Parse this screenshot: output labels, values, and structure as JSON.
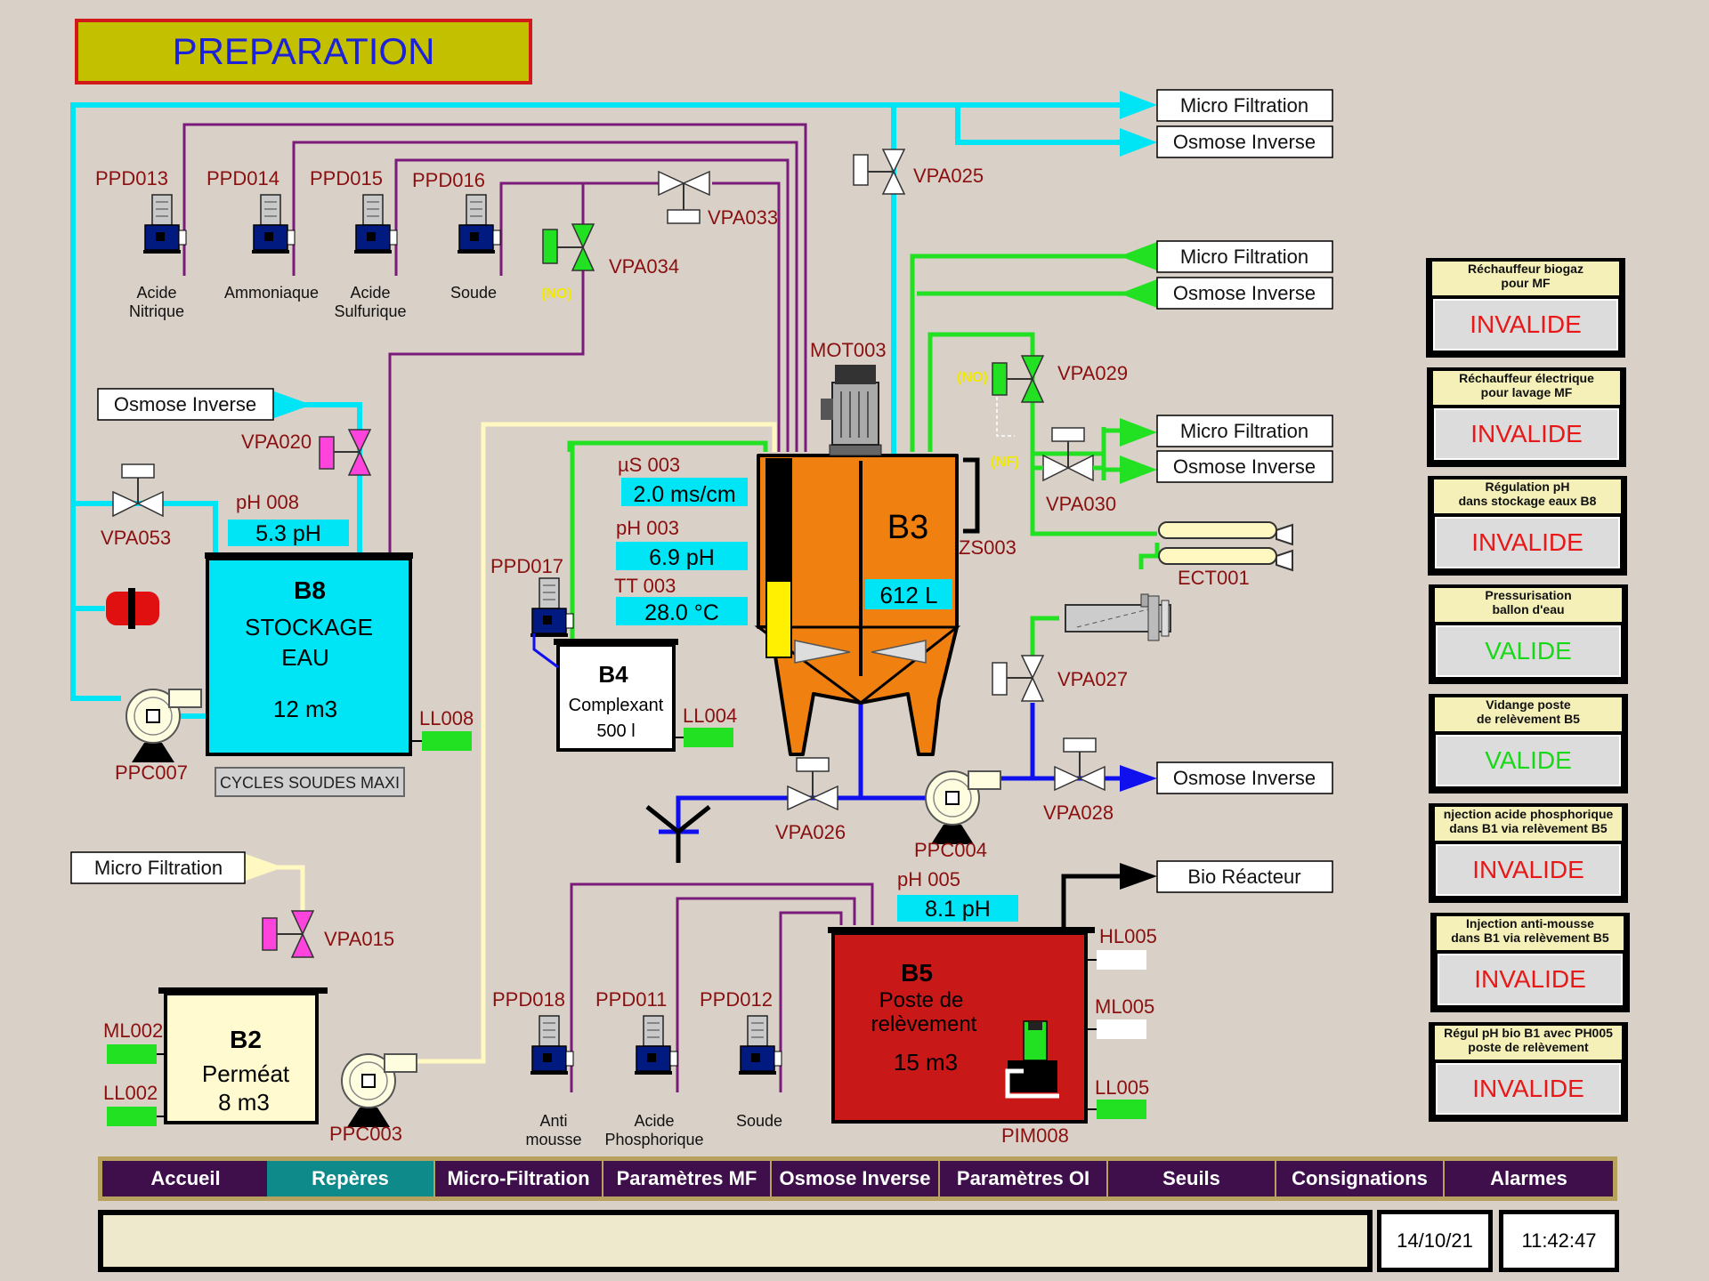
{
  "title": "PREPARATION",
  "destinations": {
    "micro_filtration": "Micro Filtration",
    "osmose_inverse": "Osmose Inverse",
    "bio_reacteur": "Bio Réacteur"
  },
  "pumps": {
    "ppd013": {
      "tag": "PPD013",
      "product": "Acide\nNitrique"
    },
    "ppd014": {
      "tag": "PPD014",
      "product": "Ammoniaque"
    },
    "ppd015": {
      "tag": "PPD015",
      "product": "Acide\nSulfurique"
    },
    "ppd016": {
      "tag": "PPD016",
      "product": "Soude"
    },
    "ppd017": {
      "tag": "PPD017"
    },
    "ppd018": {
      "tag": "PPD018",
      "product": "Anti\nmousse"
    },
    "ppd011": {
      "tag": "PPD011",
      "product": "Acide\nPhosphorique"
    },
    "ppd012": {
      "tag": "PPD012",
      "product": "Soude"
    },
    "ppc007": "PPC007",
    "ppc004": "PPC004",
    "ppc003": "PPC003",
    "pim008": "PIM008"
  },
  "valves": {
    "vpa025": "VPA025",
    "vpa033": "VPA033",
    "vpa034": "VPA034",
    "vpa034_state": "(NO)",
    "vpa029": "VPA029",
    "vpa029_state": "(NO)",
    "vpa030": "VPA030",
    "vpa030_state": "(NF)",
    "vpa020": "VPA020",
    "vpa053": "VPA053",
    "vpa027": "VPA027",
    "vpa026": "VPA026",
    "vpa028": "VPA028",
    "vpa015": "VPA015"
  },
  "instruments": {
    "mot003": "MOT003",
    "zs003": "ZS003",
    "ect001": "ECT001",
    "ll008": "LL008",
    "ll004": "LL004",
    "hl005": "HL005",
    "ml005": "ML005",
    "ll005": "LL005",
    "ml002": "ML002",
    "ll002": "LL002",
    "us003": {
      "tag": "µS 003",
      "value": "2.0 ms/cm"
    },
    "ph003": {
      "tag": "pH 003",
      "value": "6.9 pH"
    },
    "tt003": {
      "tag": "TT 003",
      "value": "28.0 °C"
    },
    "ph008": {
      "tag": "pH 008",
      "value": "5.3 pH"
    },
    "ph005": {
      "tag": "pH 005",
      "value": "8.1 pH"
    }
  },
  "tanks": {
    "b8": {
      "name": "B8",
      "line1": "STOCKAGE",
      "line2": "EAU",
      "volume": "12 m3"
    },
    "b3": {
      "name": "B3",
      "level": "612 L",
      "level_fraction": 0.38
    },
    "b4": {
      "name": "B4",
      "line1": "Complexant",
      "volume": "500 l"
    },
    "b2": {
      "name": "B2",
      "line1": "Perméat",
      "volume": "8 m3"
    },
    "b5": {
      "name": "B5",
      "line1": "Poste de",
      "line2": "relèvement",
      "volume": "15 m3"
    }
  },
  "cycles_button": "CYCLES SOUDES MAXI",
  "status_panels": [
    {
      "title": "Réchauffeur biogaz\npour MF",
      "state": "INVALIDE",
      "color": "#e81818"
    },
    {
      "title": "Réchauffeur électrique\npour lavage MF",
      "state": "INVALIDE",
      "color": "#e81818"
    },
    {
      "title": "Régulation pH\ndans stockage eaux B8",
      "state": "INVALIDE",
      "color": "#e81818"
    },
    {
      "title": "Pressurisation\nballon d'eau",
      "state": "VALIDE",
      "color": "#18d818"
    },
    {
      "title": "Vidange poste\nde relèvement B5",
      "state": "VALIDE",
      "color": "#18d818"
    },
    {
      "title": "njection acide phosphorique\ndans B1 via relèvement B5",
      "state": "INVALIDE",
      "color": "#e81818"
    },
    {
      "title": "Injection anti-mousse\ndans B1 via relèvement B5",
      "state": "INVALIDE",
      "color": "#e81818"
    },
    {
      "title": "Régul pH bio B1 avec PH005\nposte de relèvement",
      "state": "INVALIDE",
      "color": "#e81818"
    }
  ],
  "nav": [
    {
      "label": "Accueil",
      "active": false
    },
    {
      "label": "Repères",
      "active": true
    },
    {
      "label": "Micro-Filtration",
      "active": false
    },
    {
      "label": "Paramètres MF",
      "active": false
    },
    {
      "label": "Osmose Inverse",
      "active": false
    },
    {
      "label": "Paramètres OI",
      "active": false
    },
    {
      "label": "Seuils",
      "active": false
    },
    {
      "label": "Consignations",
      "active": false
    },
    {
      "label": "Alarmes",
      "active": false
    }
  ],
  "footer": {
    "date": "14/10/21",
    "time": "11:42:47"
  },
  "colors": {
    "water": "#00e5f5",
    "chem": "#7a1a7a",
    "green_line": "#22e022",
    "blue_line": "#1010ee",
    "cream_line": "#fff8c0",
    "label": "#8a1010",
    "display_bg": "#00e5f5"
  }
}
